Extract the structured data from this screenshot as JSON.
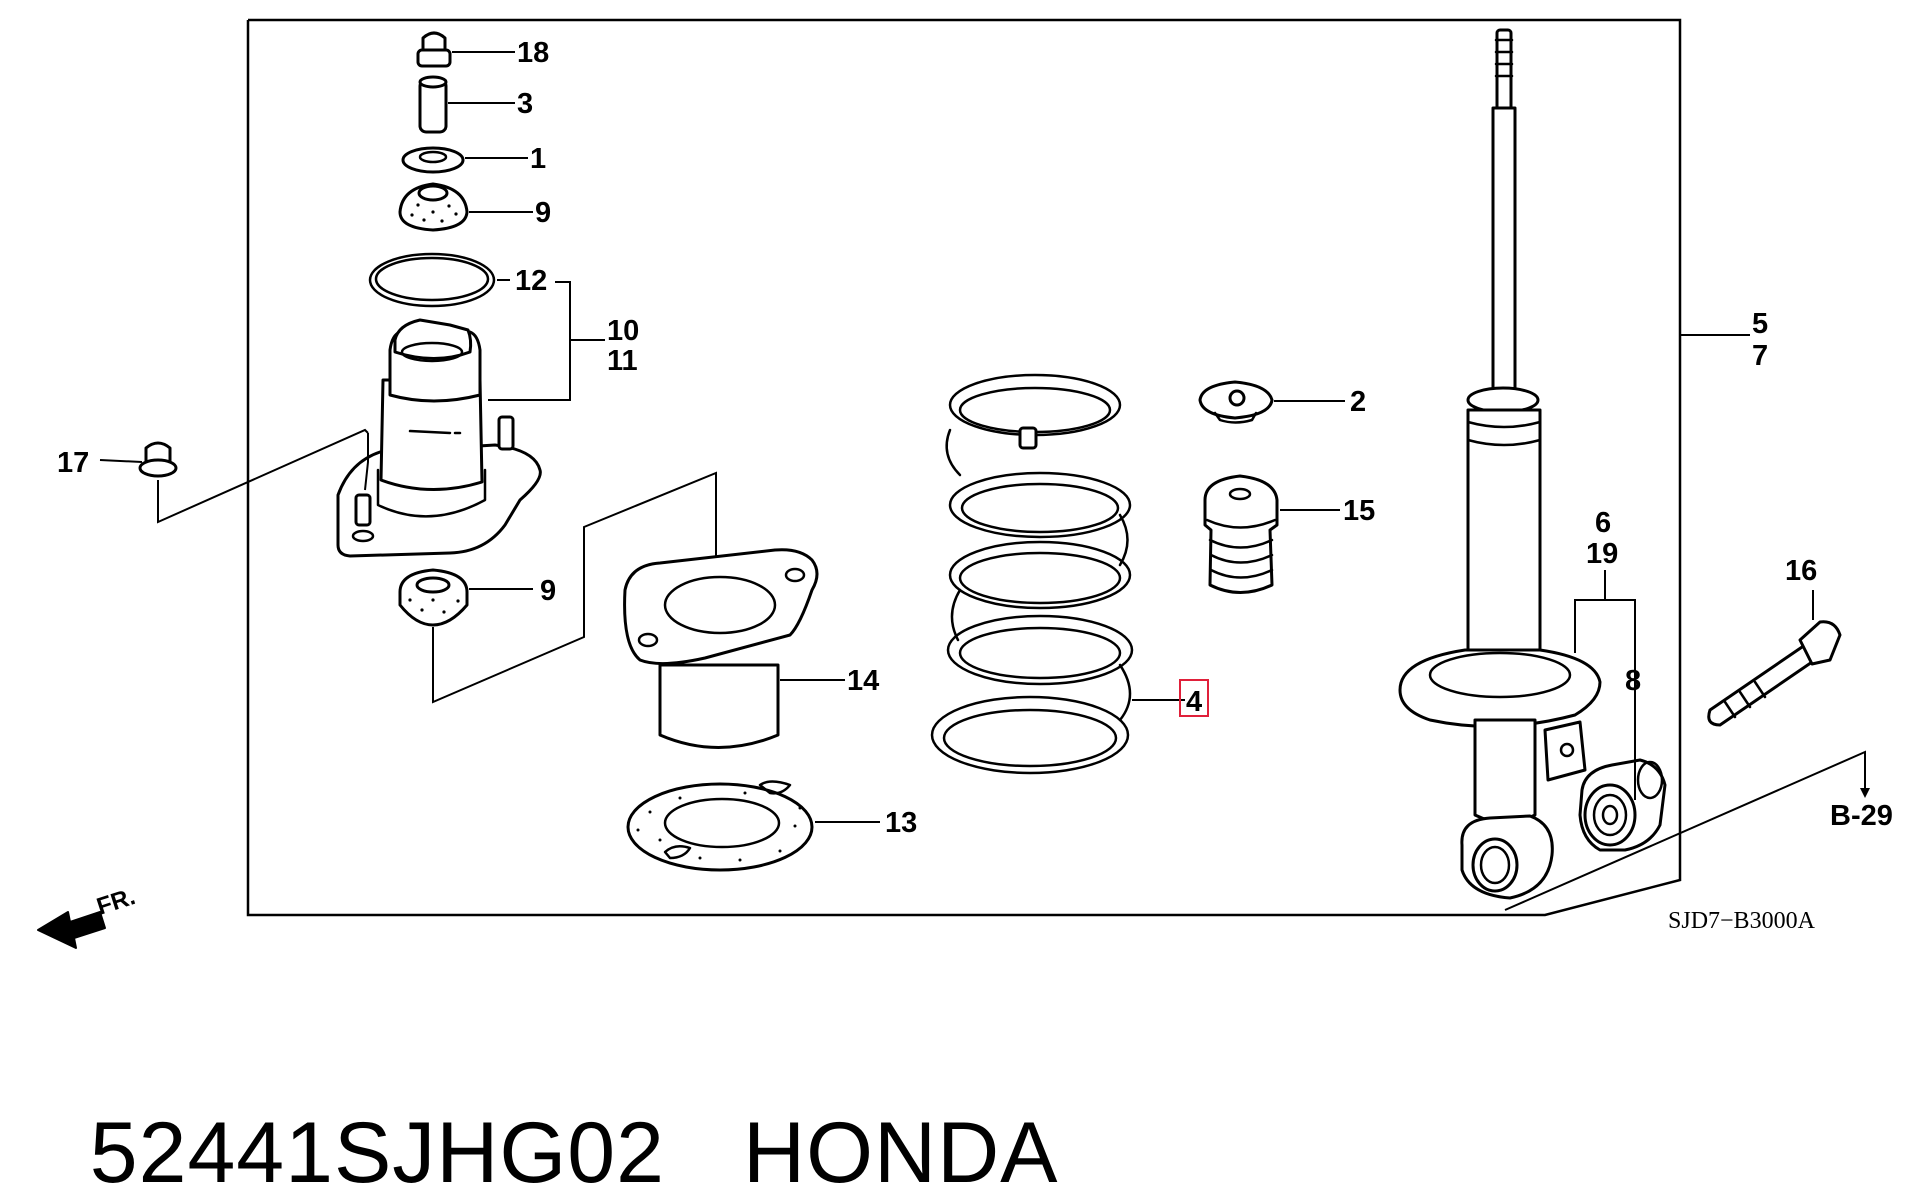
{
  "callouts": {
    "c18": "18",
    "c3": "3",
    "c1": "1",
    "c9a": "9",
    "c12": "12",
    "c10": "10",
    "c11": "11",
    "c17": "17",
    "c9b": "9",
    "c14": "14",
    "c13": "13",
    "c2": "2",
    "c15": "15",
    "c4": "4",
    "c5": "5",
    "c7": "7",
    "c6": "6",
    "c19": "19",
    "c8": "8",
    "c16": "16",
    "cB29": "B-29"
  },
  "labels": {
    "front": "FR.",
    "diagram_code": "SJD7−B3000A"
  },
  "footer": {
    "part_number": "52441SJHG02",
    "brand": "HONDA"
  },
  "highlight": {
    "callout": "4",
    "color": "#e0203a"
  }
}
